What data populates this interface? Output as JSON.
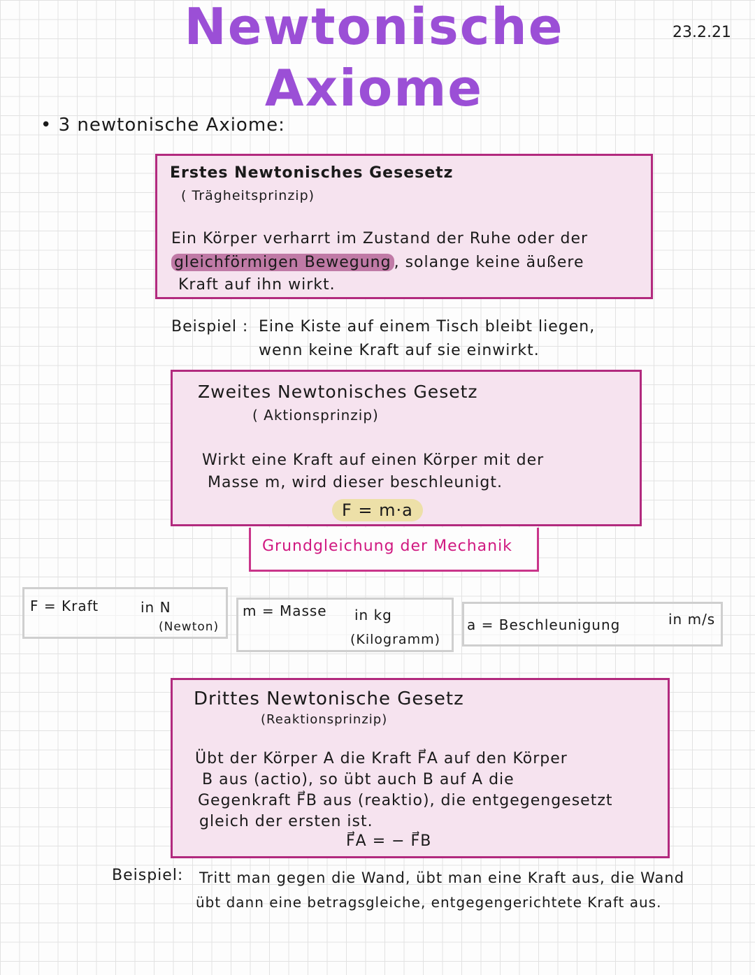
{
  "title": {
    "line1": "Newtonische",
    "line2": "Axiome"
  },
  "date": "23.2.21",
  "bullet": "• 3 newtonische Axiome:",
  "law1": {
    "title": "Erstes Newtonisches Gesesetz",
    "subtitle": "( Trägheitsprinzip)",
    "line1": "Ein Körper verharrt im Zustand der Ruhe oder der",
    "highlight": "gleichförmigen Bewegung",
    "line2_rest": ", solange keine äußere",
    "line3": "Kraft auf ihn wirkt."
  },
  "example1": {
    "label": "Beispiel :",
    "line1": "Eine Kiste auf einem Tisch bleibt liegen,",
    "line2": "wenn keine Kraft auf sie einwirkt."
  },
  "law2": {
    "title": "Zweites Newtonisches Gesetz",
    "subtitle": "( Aktionsprinzip)",
    "line1": "Wirkt eine Kraft auf einen Körper mit der",
    "line2": "Masse m, wird dieser beschleunigt.",
    "formula": "F = m·a",
    "caption": "Grundgleichung der Mechanik"
  },
  "units": [
    {
      "def": "F = Kraft",
      "unit": "in N",
      "note": "(Newton)"
    },
    {
      "def": "m = Masse",
      "unit": "in kg",
      "note": "(Kilogramm)"
    },
    {
      "def": "a = Beschleunigung",
      "unit": "in m/s"
    }
  ],
  "law3": {
    "title": "Drittes Newtonische Gesetz",
    "subtitle": "(Reaktionsprinzip)",
    "line1": "Übt der Körper A die Kraft F⃗A auf den Körper",
    "line2": "B aus (actio), so übt auch B auf A die",
    "line3": "Gegenkraft F⃗B aus (reaktio), die entgegengesetzt",
    "line4": "gleich der ersten ist.",
    "formula": "F⃗A = − F⃗B"
  },
  "example2": {
    "label": "Beispiel:",
    "line1": "Tritt man gegen die Wand, übt man eine Kraft aus, die Wand",
    "line2": "übt dann eine betragsgleiche, entgegengerichtete Kraft aus."
  },
  "colors": {
    "title": "#9b4fd6",
    "box_fill": "#f6e3ef",
    "box_border": "#b22a7e",
    "caption": "#d01880",
    "formula_highlight": "#ede0a8"
  }
}
